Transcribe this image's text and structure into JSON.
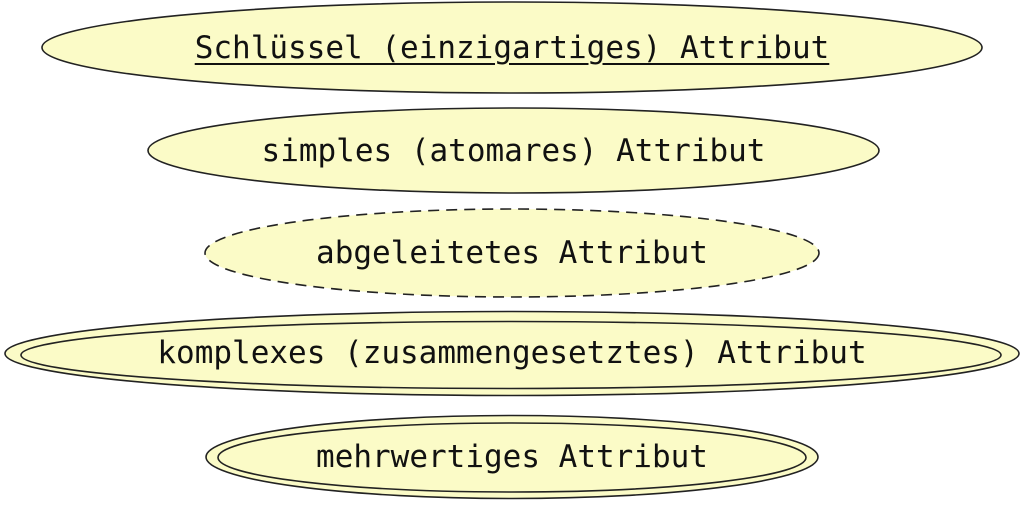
{
  "diagram": {
    "title": "ER attribute types (German)",
    "colors": {
      "fill": "#fbfbc7",
      "stroke": "#222222",
      "text": "#111111",
      "background": "#ffffff"
    },
    "ellipses": [
      {
        "label": "Schlüssel (einzigartiges) Attribut",
        "border_style": "solid",
        "text_underlined": true
      },
      {
        "label": "simples (atomares) Attribut",
        "border_style": "solid",
        "text_underlined": false
      },
      {
        "label": "abgeleitetes Attribut",
        "border_style": "dashed",
        "text_underlined": false
      },
      {
        "label": "komplexes (zusammengesetztes) Attribut",
        "border_style": "double",
        "text_underlined": false
      },
      {
        "label": "mehrwertiges Attribut",
        "border_style": "double",
        "text_underlined": false
      }
    ]
  }
}
